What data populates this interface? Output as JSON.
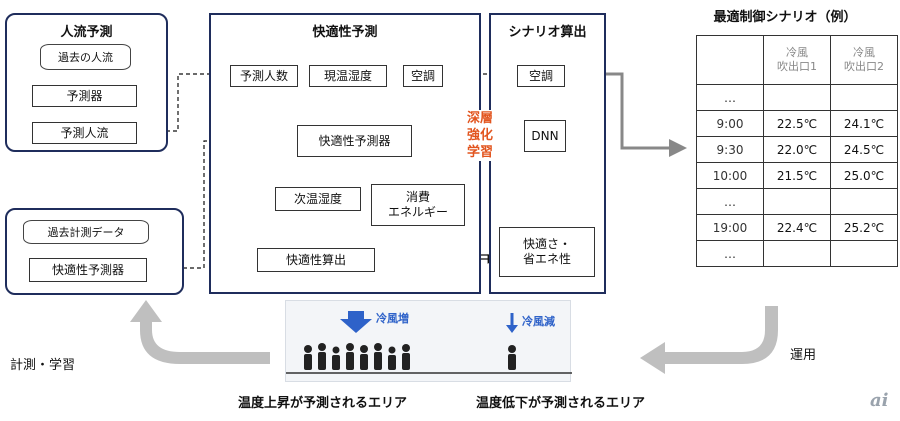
{
  "panels": {
    "people_flow": {
      "title": "人流予測",
      "past_flow": "過去の人流",
      "predictor": "予測器",
      "predicted_flow": "予測人流"
    },
    "past_data": {
      "db": "過去計測データ",
      "comfort_predictor": "快適性予測器"
    },
    "comfort": {
      "title": "快適性予測",
      "pred_people": "予測人数",
      "cur_temp": "現温湿度",
      "aircon": "空調",
      "comfort_predictor": "快適性予測器",
      "next_temp": "次温湿度",
      "energy": "消費\nエネルギー",
      "comfort_calc": "快適性算出"
    },
    "scenario": {
      "title": "シナリオ算出",
      "aircon": "空調",
      "dnn": "DNN",
      "result": "快適さ・\n省エネ性",
      "rl_label": "深層\n強化\n学習"
    }
  },
  "table": {
    "title": "最適制御シナリオ（例）",
    "headers": [
      "",
      "冷風\n吹出口1",
      "冷風\n吹出口2"
    ],
    "rows": [
      [
        "…",
        "",
        ""
      ],
      [
        "9:00",
        "22.5℃",
        "24.1℃"
      ],
      [
        "9:30",
        "22.0℃",
        "24.5℃"
      ],
      [
        "10:00",
        "21.5℃",
        "25.0℃"
      ],
      [
        "…",
        "",
        ""
      ],
      [
        "19:00",
        "22.4℃",
        "25.2℃"
      ],
      [
        "…",
        "",
        ""
      ]
    ]
  },
  "bottom": {
    "learn_label": "計測・学習",
    "operate_label": "運用",
    "cool_up": "冷風増",
    "cool_down": "冷風減",
    "area_up": "温度上昇が予測されるエリア",
    "area_down": "温度低下が予測されるエリア",
    "logo": "ai"
  },
  "colors": {
    "panel_border": "#1f2d5c",
    "rl_red": "#e2551f",
    "arrow_blue": "#2e62c9",
    "big_arrow_gray": "#bfbfbf"
  }
}
